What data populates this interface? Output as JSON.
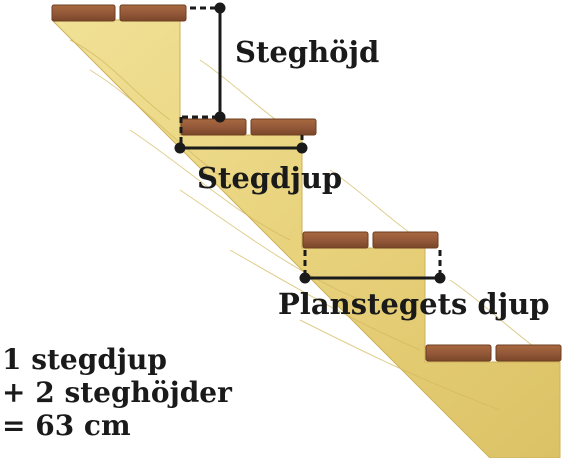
{
  "labels": {
    "step_height": "Steghöjd",
    "step_depth": "Stegdjup",
    "landing_depth": "Planstegets djup"
  },
  "formula": {
    "line1": "1 stegdjup",
    "line2": "+ 2 steghöjder",
    "line3": "= 63 cm"
  },
  "colors": {
    "wood_light": "#eedc8a",
    "wood_mid": "#dcc26a",
    "plank": "#9b5f3a",
    "plank_dark": "#6e3f22",
    "line": "#1a1a1a"
  }
}
